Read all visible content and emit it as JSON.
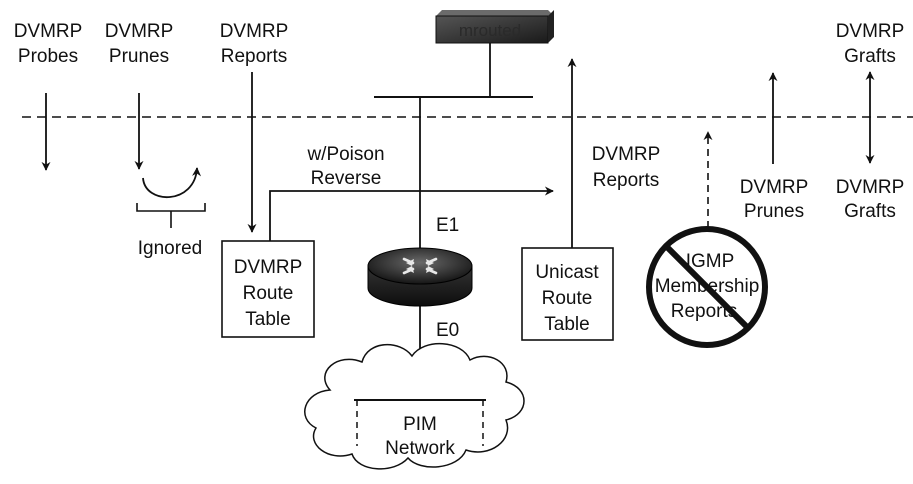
{
  "labels": {
    "probes": [
      "DVMRP",
      "Probes"
    ],
    "prunes_in": [
      "DVMRP",
      "Prunes"
    ],
    "reports_in": [
      "DVMRP",
      "Reports"
    ],
    "grafts_top": "DVMRP",
    "grafts_top2": "Grafts",
    "ignored": "Ignored",
    "poison_reverse": [
      "w/Poison",
      "Reverse"
    ],
    "reports_out": [
      "DVMRP",
      "Reports"
    ],
    "prunes_out": [
      "DVMRP",
      "Prunes"
    ],
    "grafts_out": [
      "DVMRP",
      "Grafts"
    ],
    "e1": "E1",
    "e0": "E0",
    "dvmrp_route_table": [
      "DVMRP",
      "Route",
      "Table"
    ],
    "unicast_route_table": [
      "Unicast",
      "Route",
      "Table"
    ],
    "igmp_reports": [
      "IGMP",
      "Membership",
      "Reports"
    ],
    "pim_network": [
      "PIM",
      "Network"
    ],
    "mrouted": "mrouted"
  },
  "colors": {
    "line": "#111111",
    "device_dark": "#2b2b2b",
    "background": "#ffffff"
  },
  "icons": {
    "router": "router-icon",
    "mrouted_host": "unix-host-icon",
    "cloud": "cloud-icon",
    "prohibited": "prohibited-icon"
  }
}
